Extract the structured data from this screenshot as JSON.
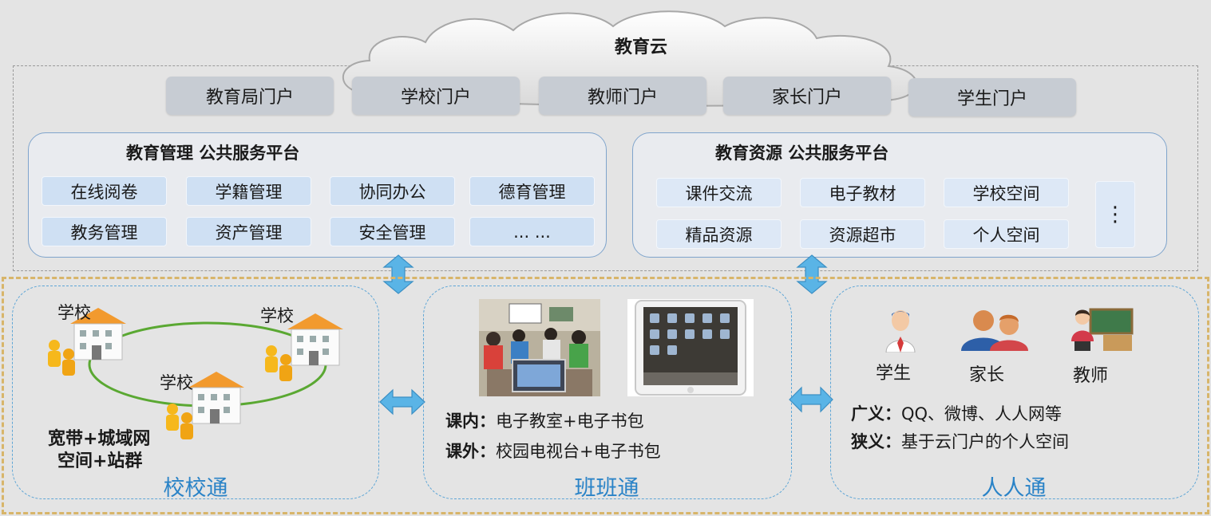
{
  "cloud": {
    "title": "教育云"
  },
  "portals": [
    "教育局门户",
    "学校门户",
    "教师门户",
    "家长门户",
    "学生门户"
  ],
  "management_platform": {
    "title": "教育管理 公共服务平台",
    "items": [
      "在线阅卷",
      "学籍管理",
      "协同办公",
      "德育管理",
      "教务管理",
      "资产管理",
      "安全管理",
      "... ..."
    ]
  },
  "resource_platform": {
    "title": "教育资源 公共服务平台",
    "items": [
      "课件交流",
      "电子教材",
      "学校空间",
      "精品资源",
      "资源超市",
      "个人空间"
    ],
    "more": "⋮"
  },
  "xiaoxiaotong": {
    "name": "校校通",
    "school_label": "学校",
    "caption_line1": "宽带+城域网",
    "caption_line2": "空间+站群"
  },
  "banbantong": {
    "name": "班班通",
    "line1_label": "课内：",
    "line1_text": "电子教室+电子书包",
    "line2_label": "课外：",
    "line2_text": "校园电视台+电子书包"
  },
  "renrentong": {
    "name": "人人通",
    "roles": [
      "学生",
      "家长",
      "教师"
    ],
    "line1_label": "广义：",
    "line1_text": "QQ、微博、人人网等",
    "line2_label": "狭义：",
    "line2_text": "基于云门户的个人空间"
  },
  "colors": {
    "portal": "#c7ccd3",
    "tile": "#cfe0f3",
    "panel_border": "#5fa6d6",
    "panel_title": "#2a83c7",
    "arrow": "#5ab4e6",
    "bottom_border": "#d8b56a"
  }
}
